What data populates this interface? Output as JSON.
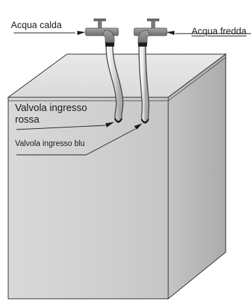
{
  "labels": {
    "hot_water": "Acqua calda",
    "cold_water": "Acqua fredda",
    "red_valve_line1": "Valvola ingresso",
    "red_valve_line2": "rossa",
    "blue_valve": "Valvola ingresso blu"
  },
  "colors": {
    "cabinet_front": "#d2d2d2",
    "cabinet_top": "#e6e6e6",
    "cabinet_side": "#bdbdbd",
    "outline": "#2a2a2a",
    "tap": "#8a8a8a",
    "hose": "#dcdcdc"
  }
}
